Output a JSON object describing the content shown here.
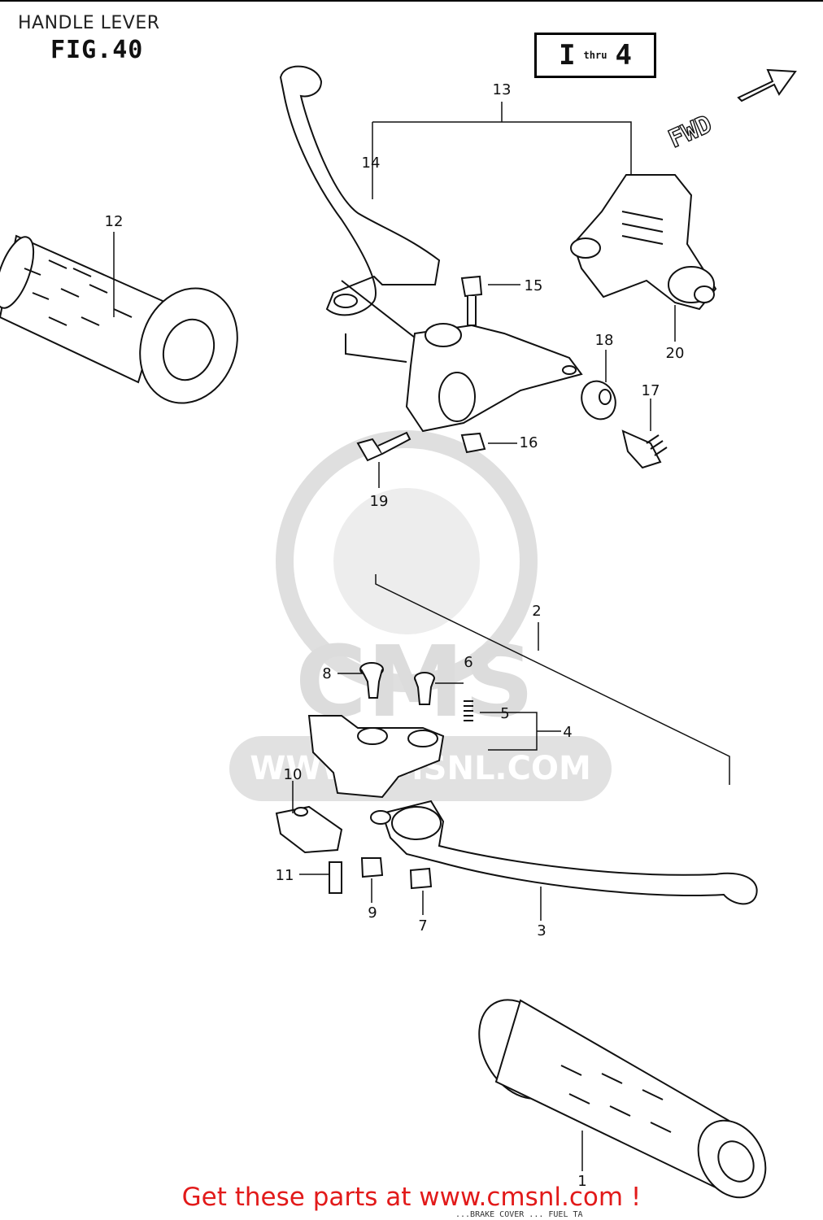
{
  "header": {
    "section_title": "HANDLE LEVER",
    "figure_label": "FIG.40",
    "badge_left": "I",
    "badge_sep": "thru",
    "badge_right": "4"
  },
  "direction_marker": {
    "label": "FWD",
    "icon": "arrow-right-outline-icon"
  },
  "callouts": [
    "1",
    "2",
    "3",
    "4",
    "5",
    "6",
    "7",
    "8",
    "9",
    "10",
    "11",
    "12",
    "13",
    "14",
    "15",
    "16",
    "17",
    "18",
    "19",
    "20"
  ],
  "watermark": {
    "brand": "CMS",
    "url": "WWW.CMSNL.COM",
    "color": "#d9d9d9"
  },
  "footer": {
    "link_text": "Get these parts at www.cmsnl.com !",
    "link_color": "#e21a1a"
  },
  "footer_strip": {
    "text": "...BRAKE COVER ... FUEL TA"
  }
}
